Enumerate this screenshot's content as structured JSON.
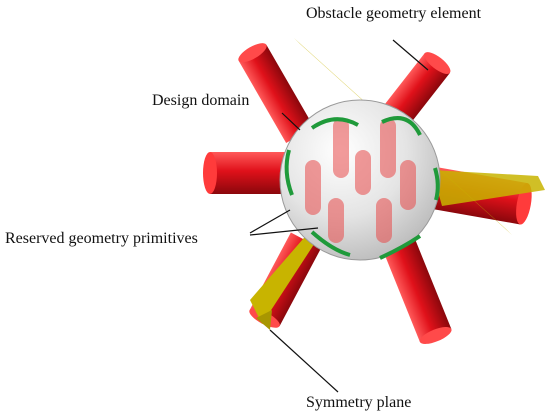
{
  "labels": {
    "obstacle": "Obstacle geometry element",
    "design_domain": "Design domain",
    "reserved": "Reserved geometry primitives",
    "symmetry": "Symmetry plane"
  },
  "colors": {
    "obstacle": "#e0111a",
    "obstacle_dark": "#9e0a10",
    "domain": "#dcdcdc",
    "reserved": "#1f9a3a",
    "plane": "#c8b400",
    "leader": "#111111"
  }
}
